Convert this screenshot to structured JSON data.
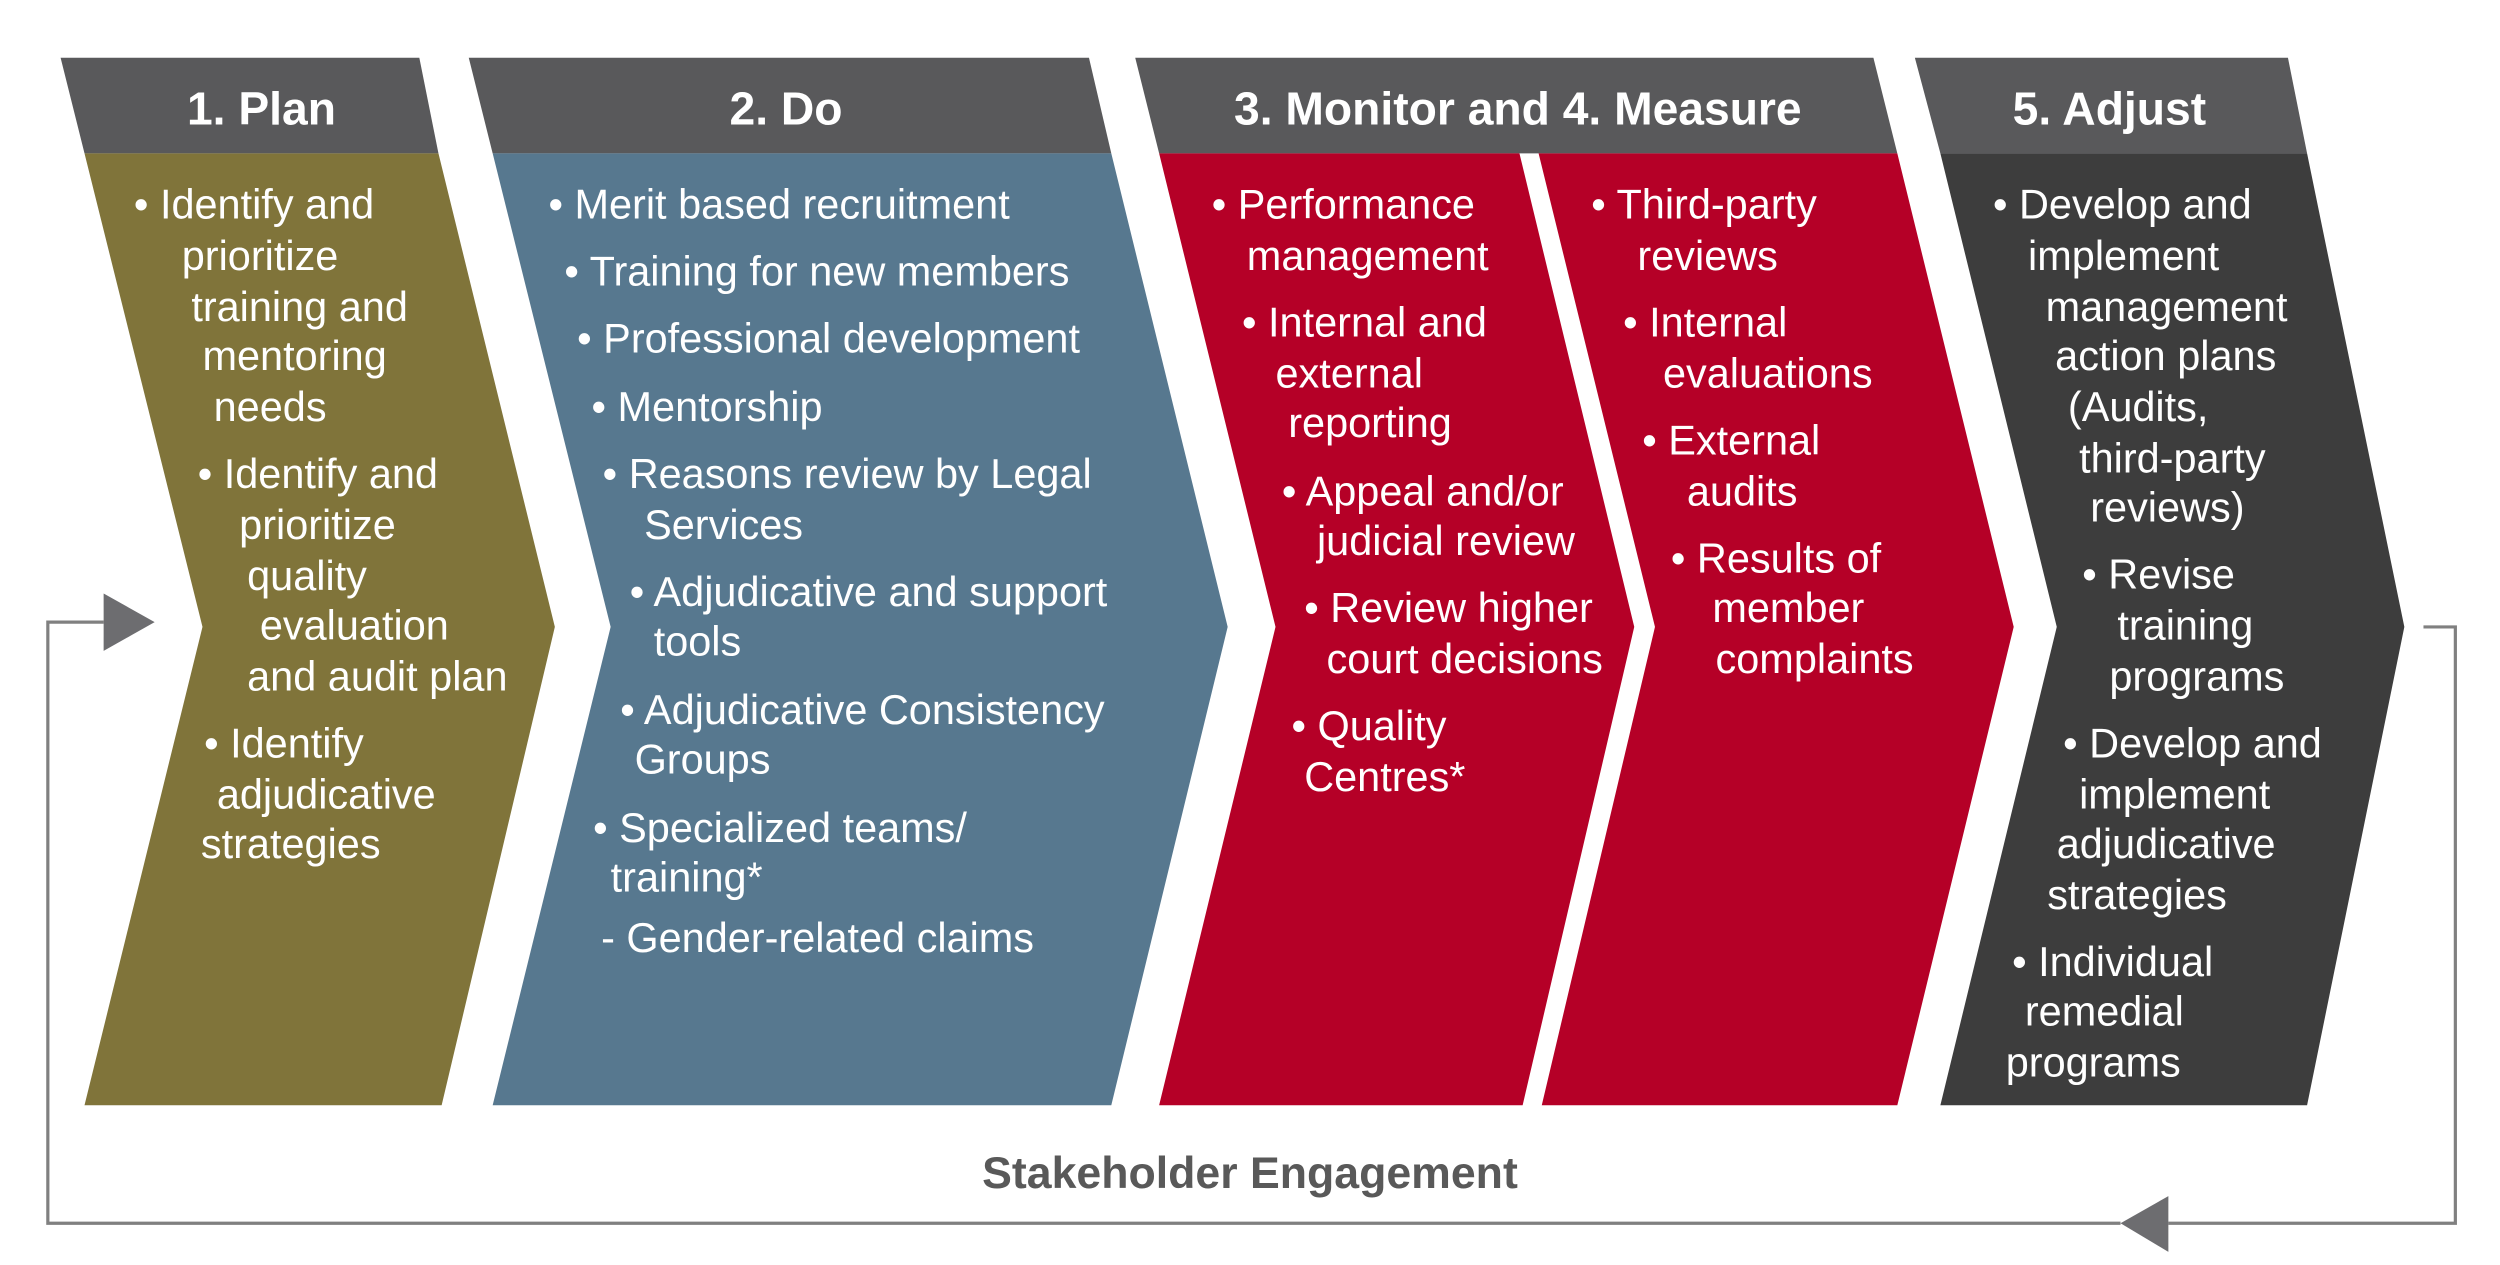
{
  "colors": {
    "header": "#59595b",
    "plan": "#80743a",
    "do": "#57788f",
    "monitor": "#b50027",
    "adjust": "#3d3d3d",
    "loop": "#808080",
    "arrow": "#6d6d70",
    "footer_text": "#595959"
  },
  "stages": {
    "plan": {
      "title": "1. Plan",
      "lines": [
        "• Identify and",
        "prioritize",
        "training and",
        "mentoring",
        "needs",
        "• Identify and",
        "prioritize",
        "quality",
        "evaluation",
        "and audit plan",
        "• Identify",
        "adjudicative",
        "strategies"
      ]
    },
    "do": {
      "title": "2. Do",
      "lines": [
        "• Merit based recruitment",
        "• Training for new members",
        "• Professional development",
        "• Mentorship",
        "• Reasons review by Legal",
        "Services",
        "• Adjudicative and support",
        "tools",
        "• Adjudicative Consistency",
        "Groups",
        "• Specialized teams/",
        "training*",
        "- Gender-related claims"
      ]
    },
    "monitor_measure": {
      "title": "3. Monitor and 4. Measure",
      "monitor_lines": [
        "• Performance",
        "management",
        "• Internal and",
        "external",
        "reporting",
        "• Appeal and/or",
        "judicial review",
        "• Review higher",
        "court decisions",
        "• Quality",
        "Centres*"
      ],
      "measure_lines": [
        "• Third-party",
        "reviews",
        "• Internal",
        "evaluations",
        "• External",
        "audits",
        "• Results of",
        "member",
        "complaints"
      ]
    },
    "adjust": {
      "title": "5. Adjust",
      "lines": [
        "• Develop and",
        "implement",
        "management",
        "action plans",
        "(Audits,",
        "third-party",
        "reviews)",
        "• Revise",
        "training",
        "programs",
        "• Develop and",
        "implement",
        "adjudicative",
        "strategies",
        "• Individual",
        "remedial",
        "programs"
      ]
    }
  },
  "footer": {
    "label": "Stakeholder Engagement"
  }
}
